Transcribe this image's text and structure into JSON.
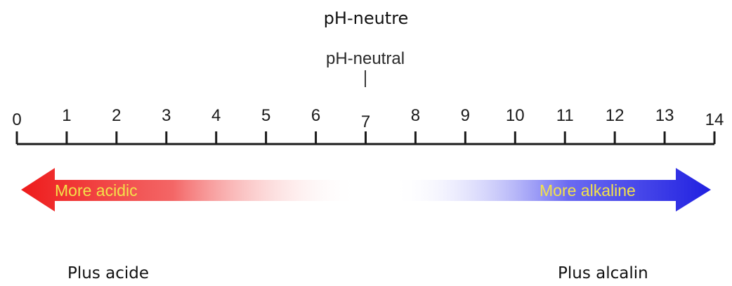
{
  "titles": {
    "neutral_fr": "pH-neutre",
    "neutral_en": "pH-neutral"
  },
  "scale": {
    "min": 0,
    "max": 14,
    "ticks": [
      "0",
      "1",
      "2",
      "3",
      "4",
      "5",
      "6",
      "7",
      "8",
      "9",
      "10",
      "11",
      "12",
      "13",
      "14"
    ],
    "colors": {
      "acid": "#e8231c",
      "base": "#1f2fc0",
      "neutral": "#1a1a1a"
    }
  },
  "arrows": {
    "acid_label": "More acidic",
    "alkaline_label": "More alkaline",
    "label_color": "#f3e24a",
    "acid_color": "#ee1b1b",
    "alkaline_color": "#2020e0"
  },
  "bottom": {
    "left_label": "Plus acide",
    "right_label": "Plus alcalin"
  }
}
